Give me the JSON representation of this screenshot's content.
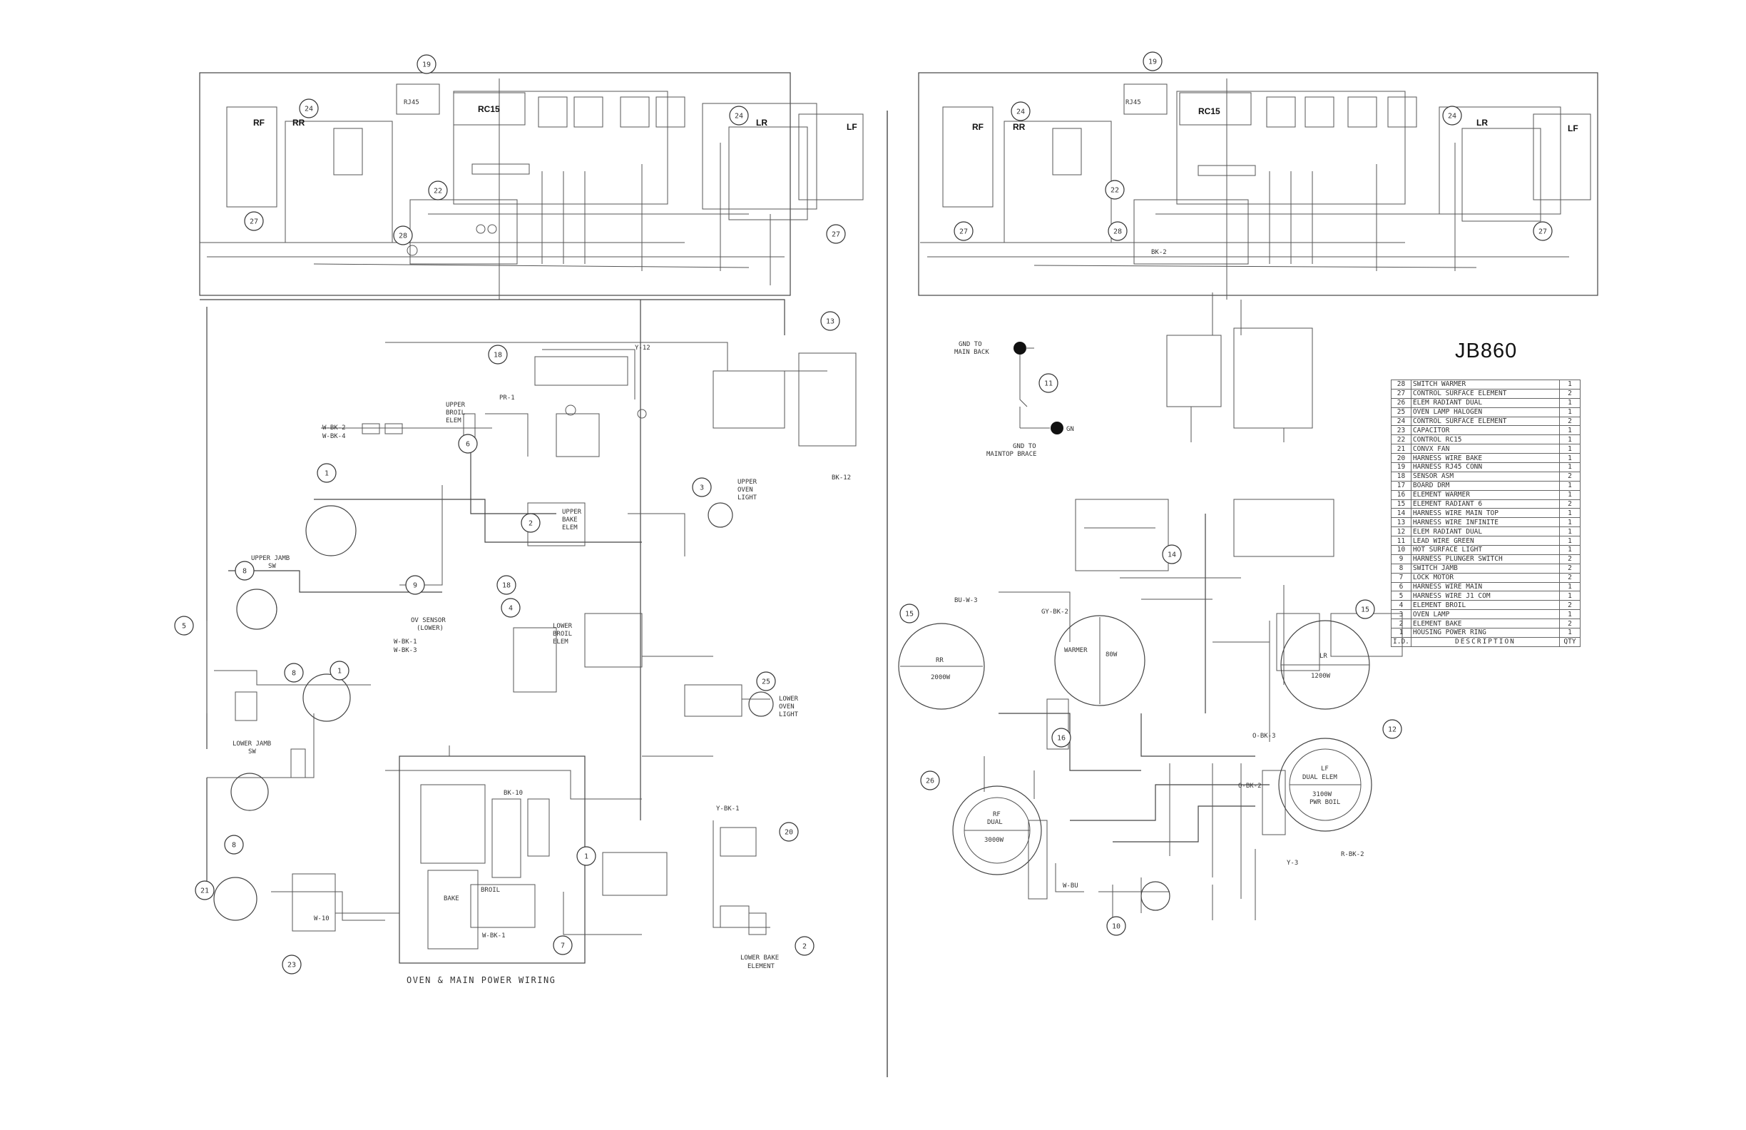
{
  "model": "JB860",
  "captions": {
    "oven_main": "OVEN & MAIN POWER WIRING",
    "lower_bake": [
      "LOWER BAKE",
      "ELEMENT"
    ],
    "gnd_main_back": [
      "GND TO",
      "MAIN BACK"
    ],
    "gnd_maintop": [
      "GND TO",
      "MAINTOP BRACE"
    ],
    "gn": "GN"
  },
  "top_panels": {
    "left": {
      "rf": "RF",
      "rr": "RR",
      "rc15": "RC15",
      "lr": "LR",
      "lf": "LF",
      "rj45": "RJ45"
    },
    "right": {
      "rf": "RF",
      "rr": "RR",
      "rc15": "RC15",
      "lr": "LR",
      "lf": "LF",
      "rj45": "RJ45"
    }
  },
  "components": {
    "upper_broil": [
      "UPPER",
      "BROIL",
      "ELEM"
    ],
    "upper_bake": [
      "UPPER",
      "BAKE",
      "ELEM"
    ],
    "upper_oven_light": [
      "UPPER",
      "OVEN",
      "LIGHT"
    ],
    "upper_jamb": [
      "UPPER JAMB",
      "SW"
    ],
    "ov_sensor": [
      "OV SENSOR",
      "(LOWER)"
    ],
    "lower_broil": [
      "LOWER",
      "BROIL",
      "ELEM"
    ],
    "lower_oven_light": [
      "LOWER",
      "OVEN",
      "LIGHT"
    ],
    "lower_jamb": [
      "LOWER JAMB",
      "SW"
    ],
    "bake": "BAKE",
    "broil": "BROIL"
  },
  "burners": {
    "rr": {
      "name": "RR",
      "watts": "2000W"
    },
    "warmer": {
      "name": "WARMER",
      "watts": "80W"
    },
    "lr": {
      "name": "LR",
      "watts": "1200W"
    },
    "rf": {
      "name": "RF",
      "sub": "DUAL",
      "watts": "3000W"
    },
    "lf": {
      "name": "LF",
      "sub": "DUAL ELEM",
      "watts": "3100W",
      "extra": "PWR BOIL"
    }
  },
  "callouts_left": [
    {
      "id": "c19",
      "n": "19"
    },
    {
      "id": "c24a",
      "n": "24"
    },
    {
      "id": "c22",
      "n": "22"
    },
    {
      "id": "c24b",
      "n": "24"
    },
    {
      "id": "c27a",
      "n": "27"
    },
    {
      "id": "c28",
      "n": "28"
    },
    {
      "id": "c27b",
      "n": "27"
    },
    {
      "id": "c13",
      "n": "13"
    },
    {
      "id": "c18a",
      "n": "18"
    },
    {
      "id": "c6",
      "n": "6"
    },
    {
      "id": "c1a",
      "n": "1"
    },
    {
      "id": "c2",
      "n": "2"
    },
    {
      "id": "c3",
      "n": "3"
    },
    {
      "id": "c8a",
      "n": "8"
    },
    {
      "id": "c9",
      "n": "9"
    },
    {
      "id": "c5",
      "n": "5"
    },
    {
      "id": "c18b",
      "n": "18"
    },
    {
      "id": "c4",
      "n": "4"
    },
    {
      "id": "c8b",
      "n": "8"
    },
    {
      "id": "c1b",
      "n": "1"
    },
    {
      "id": "c25",
      "n": "25"
    },
    {
      "id": "c8c",
      "n": "8"
    },
    {
      "id": "c20",
      "n": "20"
    },
    {
      "id": "c1c",
      "n": "1"
    },
    {
      "id": "c21",
      "n": "21"
    },
    {
      "id": "c23",
      "n": "23"
    },
    {
      "id": "c7",
      "n": "7"
    },
    {
      "id": "c2b",
      "n": "2"
    }
  ],
  "callouts_right": [
    {
      "id": "r19",
      "n": "19"
    },
    {
      "id": "r24a",
      "n": "24"
    },
    {
      "id": "r22",
      "n": "22"
    },
    {
      "id": "r24b",
      "n": "24"
    },
    {
      "id": "r27a",
      "n": "27"
    },
    {
      "id": "r28",
      "n": "28"
    },
    {
      "id": "r27b",
      "n": "27"
    },
    {
      "id": "r11",
      "n": "11"
    },
    {
      "id": "r14",
      "n": "14"
    },
    {
      "id": "r15a",
      "n": "15"
    },
    {
      "id": "r15b",
      "n": "15"
    },
    {
      "id": "r16",
      "n": "16"
    },
    {
      "id": "r26",
      "n": "26"
    },
    {
      "id": "r12",
      "n": "12"
    },
    {
      "id": "r10",
      "n": "10"
    }
  ],
  "parts_list": {
    "header": {
      "n": "I.D.",
      "desc": "DESCRIPTION",
      "qty": "QTY"
    },
    "rows": [
      {
        "n": "28",
        "desc": "SWITCH WARMER",
        "qty": "1"
      },
      {
        "n": "27",
        "desc": "CONTROL SURFACE ELEMENT",
        "qty": "2"
      },
      {
        "n": "26",
        "desc": "ELEM RADIANT DUAL",
        "qty": "1"
      },
      {
        "n": "25",
        "desc": "OVEN LAMP HALOGEN",
        "qty": "1"
      },
      {
        "n": "24",
        "desc": "CONTROL SURFACE ELEMENT",
        "qty": "2"
      },
      {
        "n": "23",
        "desc": "CAPACITOR",
        "qty": "1"
      },
      {
        "n": "22",
        "desc": "CONTROL RC15",
        "qty": "1"
      },
      {
        "n": "21",
        "desc": "CONVX FAN",
        "qty": "1"
      },
      {
        "n": "20",
        "desc": "HARNESS WIRE BAKE",
        "qty": "1"
      },
      {
        "n": "19",
        "desc": "HARNESS RJ45 CONN",
        "qty": "1"
      },
      {
        "n": "18",
        "desc": "SENSOR ASM",
        "qty": "2"
      },
      {
        "n": "17",
        "desc": "BOARD DRM",
        "qty": "1"
      },
      {
        "n": "16",
        "desc": "ELEMENT WARMER",
        "qty": "1"
      },
      {
        "n": "15",
        "desc": "ELEMENT RADIANT 6",
        "qty": "2"
      },
      {
        "n": "14",
        "desc": "HARNESS WIRE MAIN TOP",
        "qty": "1"
      },
      {
        "n": "13",
        "desc": "HARNESS WIRE INFINITE",
        "qty": "1"
      },
      {
        "n": "12",
        "desc": "ELEM RADIANT DUAL",
        "qty": "1"
      },
      {
        "n": "11",
        "desc": "LEAD WIRE GREEN",
        "qty": "1"
      },
      {
        "n": "10",
        "desc": "HOT SURFACE LIGHT",
        "qty": "1"
      },
      {
        "n": "9",
        "desc": "HARNESS PLUNGER SWITCH",
        "qty": "2"
      },
      {
        "n": "8",
        "desc": "SWITCH JAMB",
        "qty": "2"
      },
      {
        "n": "7",
        "desc": "LOCK MOTOR",
        "qty": "2"
      },
      {
        "n": "6",
        "desc": "HARNESS WIRE MAIN",
        "qty": "1"
      },
      {
        "n": "5",
        "desc": "HARNESS WIRE J1 COM",
        "qty": "1"
      },
      {
        "n": "4",
        "desc": "ELEMENT BROIL",
        "qty": "2"
      },
      {
        "n": "3",
        "desc": "OVEN LAMP",
        "qty": "1"
      },
      {
        "n": "2",
        "desc": "ELEMENT BAKE",
        "qty": "2"
      },
      {
        "n": "1",
        "desc": "HOUSING POWER RING",
        "qty": "1"
      }
    ]
  },
  "wire_labels": [
    "W-BK-2",
    "W-BK-4",
    "Y-12",
    "BK-12",
    "W-BK-1",
    "W-BK-3",
    "O-BK-2",
    "O-BK-3",
    "GY-BK-2",
    "BU-W-3",
    "W-BU",
    "Y-BK-1",
    "R-BK-2",
    "PR-1",
    "Y-3",
    "BK-10",
    "W-BK-1",
    "W-10",
    "BK-2"
  ]
}
